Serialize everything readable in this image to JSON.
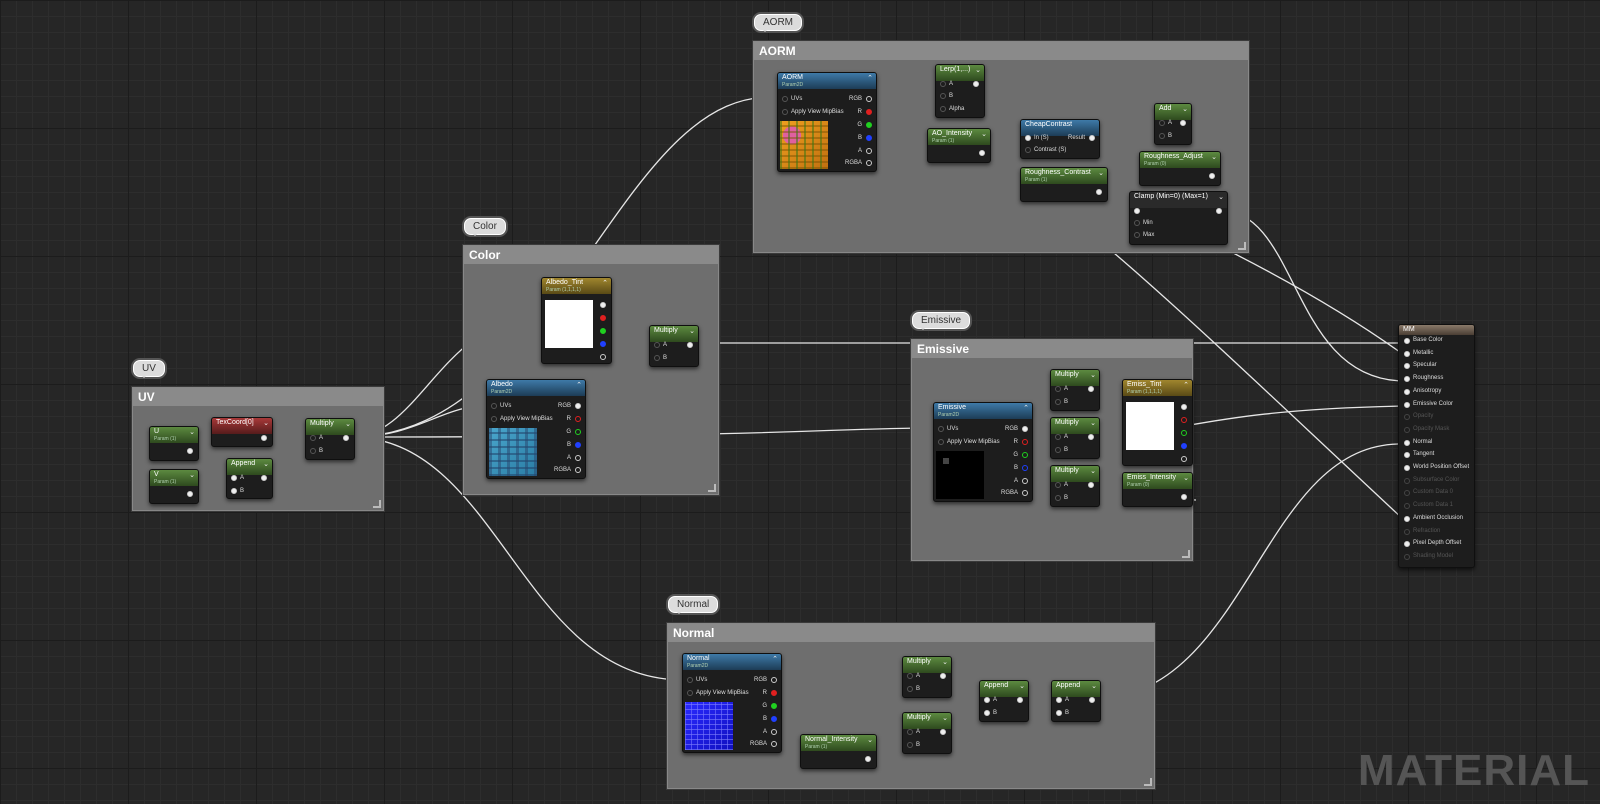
{
  "comments": {
    "uv": "UV",
    "color": "Color",
    "aorm": "AORM",
    "emissive": "Emissive",
    "normal": "Normal"
  },
  "nodes": {
    "u": {
      "title": "U",
      "sub": "Param (1)"
    },
    "v": {
      "title": "V",
      "sub": "Param (1)"
    },
    "texcoord": {
      "title": "TexCoord[0]"
    },
    "append_uv": {
      "title": "Append",
      "a": "A",
      "b": "B"
    },
    "multiply_uv": {
      "title": "Multiply",
      "a": "A",
      "b": "B"
    },
    "albedo_tint": {
      "title": "Albedo_Tint",
      "sub": "Param (1,1,1,1)"
    },
    "albedo": {
      "title": "Albedo",
      "sub": "Param2D",
      "uvs": "UVs",
      "mip": "Apply View MipBias",
      "rgb": "RGB",
      "r": "R",
      "g": "G",
      "b": "B",
      "a": "A",
      "rgba": "RGBA"
    },
    "multiply_color": {
      "title": "Multiply",
      "a": "A",
      "b": "B"
    },
    "aorm": {
      "title": "AORM",
      "sub": "Param2D",
      "uvs": "UVs",
      "mip": "Apply View MipBias",
      "rgb": "RGB",
      "r": "R",
      "g": "G",
      "b": "B",
      "a": "A",
      "rgba": "RGBA"
    },
    "lerp": {
      "title": "Lerp(1,...)",
      "a": "A",
      "b": "B",
      "alpha": "Alpha"
    },
    "ao_intensity": {
      "title": "AO_Intensity",
      "sub": "Param (1)"
    },
    "cheap_contrast": {
      "title": "CheapContrast",
      "in": "In (S)",
      "result": "Result",
      "contrast": "Contrast (S)"
    },
    "roughness_contrast": {
      "title": "Roughness_Contrast",
      "sub": "Param (1)"
    },
    "add": {
      "title": "Add",
      "a": "A",
      "b": "B"
    },
    "roughness_adjust": {
      "title": "Roughness_Adjust",
      "sub": "Param (0)"
    },
    "clamp": {
      "title": "Clamp (Min=0) (Max=1)",
      "min": "Min",
      "max": "Max"
    },
    "emissive": {
      "title": "Emissive",
      "sub": "Param2D",
      "uvs": "UVs",
      "mip": "Apply View MipBias",
      "rgb": "RGB",
      "r": "R",
      "g": "G",
      "b": "B",
      "a": "A",
      "rgba": "RGBA"
    },
    "emiss_m1": {
      "title": "Multiply",
      "a": "A",
      "b": "B"
    },
    "emiss_m2": {
      "title": "Multiply",
      "a": "A",
      "b": "B"
    },
    "emiss_m3": {
      "title": "Multiply",
      "a": "A",
      "b": "B"
    },
    "emiss_tint": {
      "title": "Emiss_Tint",
      "sub": "Param (1,1,1,1)"
    },
    "emiss_intensity": {
      "title": "Emiss_Intensity",
      "sub": "Param (0)"
    },
    "normal": {
      "title": "Normal",
      "sub": "Param2D",
      "uvs": "UVs",
      "mip": "Apply View MipBias",
      "rgb": "RGB",
      "r": "R",
      "g": "G",
      "b": "B",
      "a": "A",
      "rgba": "RGBA"
    },
    "normal_intensity": {
      "title": "Normal_Intensity",
      "sub": "Param (1)"
    },
    "norm_m1": {
      "title": "Multiply",
      "a": "A",
      "b": "B"
    },
    "norm_m2": {
      "title": "Multiply",
      "a": "A",
      "b": "B"
    },
    "norm_append1": {
      "title": "Append",
      "a": "A",
      "b": "B"
    },
    "norm_append2": {
      "title": "Append",
      "a": "A",
      "b": "B"
    }
  },
  "material_node": {
    "title": "MM",
    "inputs": [
      {
        "label": "Base Color",
        "active": true
      },
      {
        "label": "Metallic",
        "active": true
      },
      {
        "label": "Specular",
        "active": true
      },
      {
        "label": "Roughness",
        "active": true
      },
      {
        "label": "Anisotropy",
        "active": true
      },
      {
        "label": "Emissive Color",
        "active": true
      },
      {
        "label": "Opacity",
        "active": false
      },
      {
        "label": "Opacity Mask",
        "active": false
      },
      {
        "label": "Normal",
        "active": true
      },
      {
        "label": "Tangent",
        "active": true
      },
      {
        "label": "World Position Offset",
        "active": true
      },
      {
        "label": "Subsurface Color",
        "active": false
      },
      {
        "label": "Custom Data 0",
        "active": false
      },
      {
        "label": "Custom Data 1",
        "active": false
      },
      {
        "label": "Ambient Occlusion",
        "active": true
      },
      {
        "label": "Refraction",
        "active": false
      },
      {
        "label": "Pixel Depth Offset",
        "active": true
      },
      {
        "label": "Shading Model",
        "active": false
      }
    ]
  },
  "watermark": "MATERIAL"
}
